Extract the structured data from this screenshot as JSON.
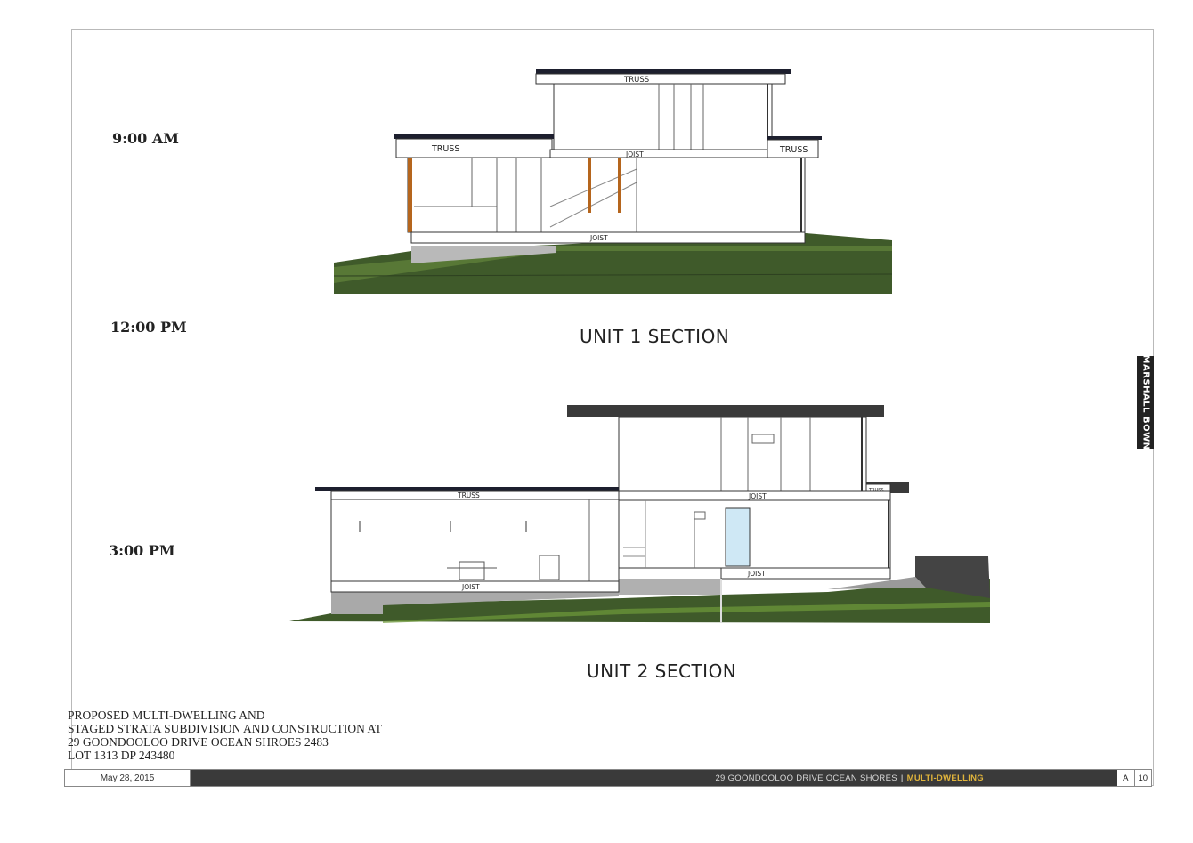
{
  "times": {
    "t1": "9:00 AM",
    "t2": "12:00 PM",
    "t3": "3:00 PM"
  },
  "unit1": {
    "title": "UNIT 1 SECTION",
    "labels": {
      "truss_top": "TRUSS",
      "truss_left": "TRUSS",
      "truss_right": "TRUSS",
      "joist_mid": "JOIST",
      "joist_bottom": "JOIST"
    }
  },
  "unit2": {
    "title": "UNIT 2 SECTION",
    "labels": {
      "truss_left": "TRUSS",
      "truss_right": "TRUSS",
      "joist_upper": "JOIST",
      "joist_left": "JOIST",
      "joist_right": "JOIST"
    }
  },
  "side_tab": "MARSHALL BOWN",
  "project": {
    "line1": "PROPOSED MULTI-DWELLING AND",
    "line2": "STAGED STRATA SUBDIVISION AND CONSTRUCTION AT",
    "line3": "29 GOONDOOLOO DRIVE OCEAN SHROES 2483",
    "line4": "LOT 1313  DP 243480"
  },
  "footer": {
    "date": "May 28, 2015",
    "address": "29 GOONDOOLOO DRIVE OCEAN SHORES",
    "separator": "|",
    "project_type": "MULTI-DWELLING",
    "sheet_letter": "A",
    "sheet_number": "10"
  },
  "colors": {
    "ground": "#3f5a2a",
    "grass": "#6f9a3a",
    "timber": "#b5651d",
    "roof": "#2a2a2a",
    "glass": "#cfe8f5"
  }
}
